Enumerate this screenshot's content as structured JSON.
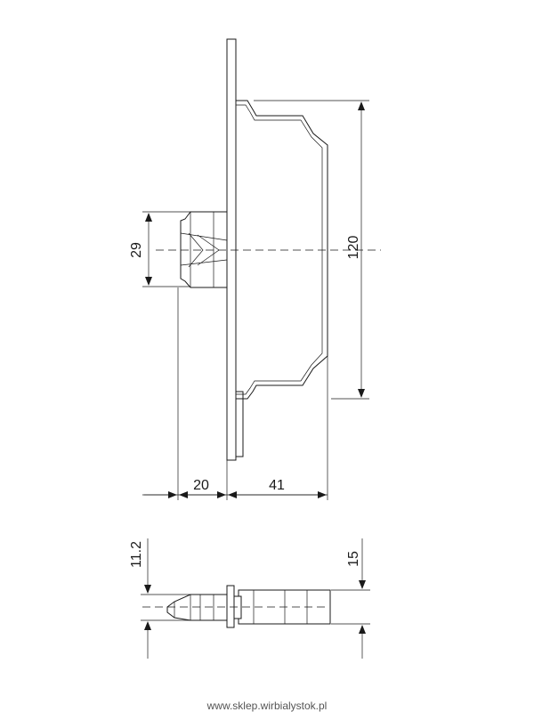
{
  "dimensions": {
    "left_height": "29",
    "total_height": "120",
    "depth_front": "20",
    "depth_back": "41",
    "small_left": "11.2",
    "small_right": "15"
  },
  "watermark": "www.sklep.wirbialystok.pl"
}
